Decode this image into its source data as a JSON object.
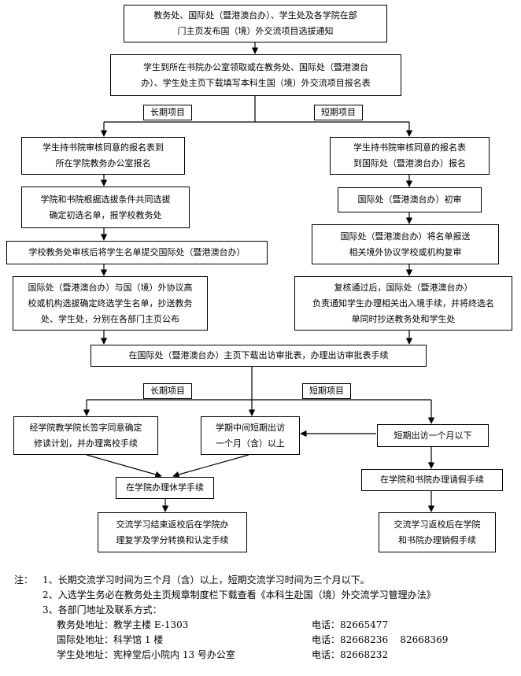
{
  "boxes": {
    "notice": "教务处、国际处（暨港澳台办）、学生处及各学院在部\n门主页发布国（境）外交流项目选拔通知",
    "apply": "学生到所在书院办公室领取或在教务处、国际处（暨港澳台\n办）、学生处主页下载填写本科生国（境）外交流项目报名表",
    "long_register": "学生持书院审核同意的报名表到\n所在学院教务办公室报名",
    "short_register": "学生持书院审核同意的报名表\n到国际处（暨港澳台办）报名",
    "long_select": "学院和书院根据选拔条件共同选拔\n确定初选名单，报学校教务处",
    "short_first_review": "国际处（暨港澳台办）初审",
    "long_submit": "学校教务处审核后将学生名单提交国际处（暨港澳台办）",
    "short_forward": "国际处（暨港澳台办）将名单报送\n相关境外协议学校或机构复审",
    "long_final": "国际处（暨港澳台办）与国（境）外协议高\n校或机构选拔确定终选学生名单，抄送教务\n处、学生处，分别在各部门主页公布",
    "short_final": "复核通过后，国际处（暨港澳台办）\n负责通知学生办理相关出入境手续，并将终选名\n单同时抄送教务处和学生处",
    "download_form": "在国际处（暨港澳台办）主页下载出访审批表，办理出访审批表手续",
    "long_plan": "经学院教学院长签字同意确定\n修读计划，并办理离校手续",
    "mid_term": "学期中间短期出访\n一个月（含）以上",
    "short_under_month": "短期出访一个月以下",
    "suspend": "在学院办理休学手续",
    "leave_request": "在学院和书院办理请假手续",
    "long_return": "交流学习结束返校后在学院办\n理复学及学分转换和认定手续",
    "short_return": "交流学习返校后在学院\n和书院办理销假手续"
  },
  "tags": {
    "long_1": "长期项目",
    "short_1": "短期项目",
    "long_2": "长期项目",
    "short_2": "短期项目"
  },
  "notes": {
    "prefix": "注：",
    "items": [
      {
        "num": "1、",
        "text": "长期交流学习时间为三个月（含）以上，短期交流学习时间为三个月以下。"
      },
      {
        "num": "2、",
        "text": "入选学生务必在教务处主页规章制度栏下载查看《本科生赴国（境）外交流学习管理办法》"
      },
      {
        "num": "3、",
        "text": "各部门地址及联系方式："
      }
    ],
    "addresses": [
      {
        "addr": "教务处地址：教学主楼 E-1303",
        "tel": "电话：82665477"
      },
      {
        "addr": "国际处地址：科学馆 1 楼",
        "tel": "电话：82668236    82668369"
      },
      {
        "addr": "学生处地址：宪梓堂后小院内 13 号办公室",
        "tel": "电话：82668232"
      }
    ]
  }
}
